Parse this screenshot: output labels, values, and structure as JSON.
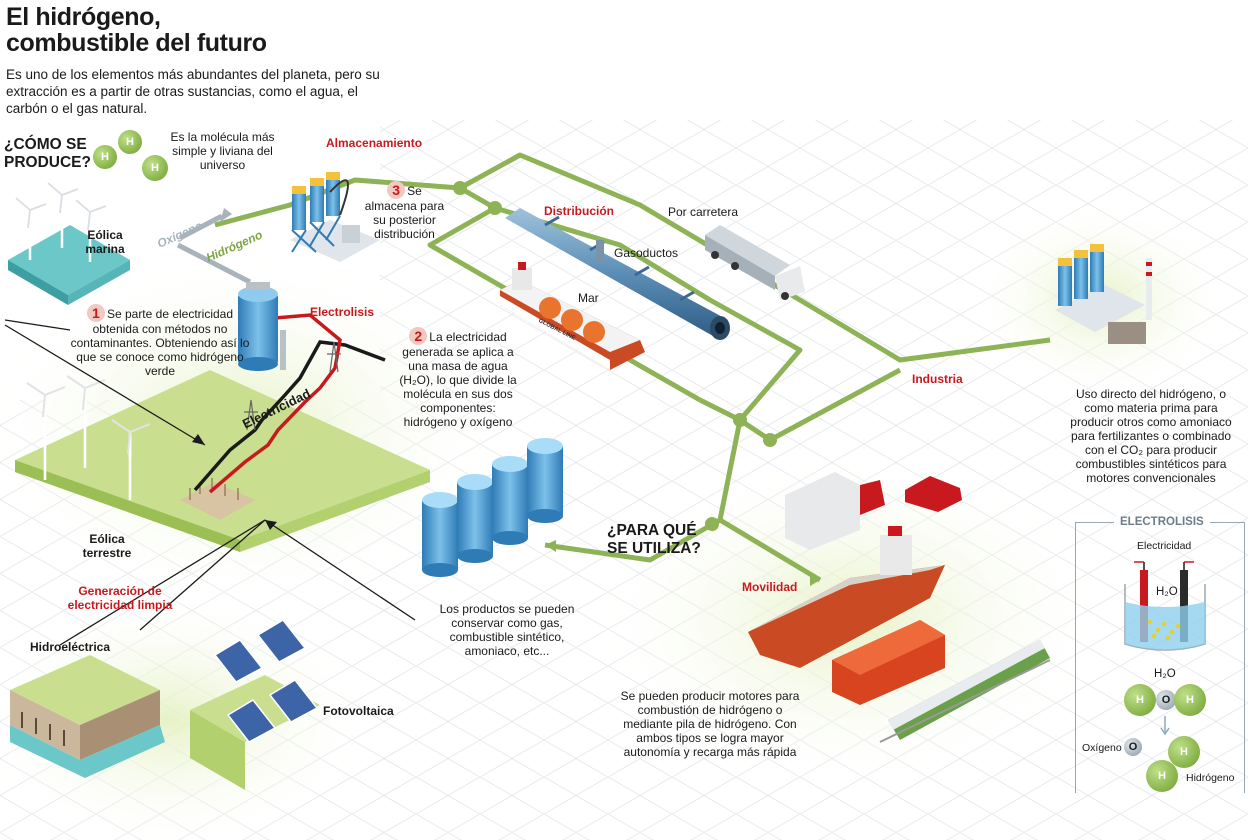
{
  "header": {
    "title_line1": "El hidrógeno,",
    "title_line2": "combustible del futuro",
    "intro": "Es uno de los elementos más abundantes del planeta, pero su extracción es a partir de otras sustancias, como el agua, el carbón o el gas natural."
  },
  "produce": {
    "question_line1": "¿CÓMO SE",
    "question_line2": "PRODUCE?",
    "molecule_note": "Es la molécula más simple y liviana del universo",
    "molecule_letter": "H"
  },
  "sources": {
    "eolica_marina": "Eólica marina",
    "eolica_terrestre": "Eólica terrestre",
    "generacion": "Generación de electricidad limpia",
    "hidroelectrica": "Hidroeléctrica",
    "fotovoltaica": "Fotovoltaica",
    "electricidad": "Electricidad"
  },
  "steps": {
    "step1_num": "1",
    "step1_text": "Se parte de electricidad obtenida con métodos no contaminantes. Obteniendo así lo que se conoce como hidrógeno verde",
    "electrolisis": "Electrolisis",
    "step2_num": "2",
    "step2_text": "La electricidad generada se aplica a una masa de agua (H₂O), lo que divide la molécula en sus dos componentes: hidrógeno y oxígeno",
    "oxigeno": "Oxígeno",
    "hidrogeno": "Hidrógeno",
    "almacenamiento": "Almacenamiento",
    "step3_num": "3",
    "step3_text": "Se almacena para su posterior distribución"
  },
  "distribution": {
    "distribucion": "Distribución",
    "gasoductos": "Gasoductos",
    "mar": "Mar",
    "carretera": "Por carretera",
    "ship_name": "GLOBAL LINE"
  },
  "uses": {
    "question_line1": "¿PARA QUÉ",
    "question_line2": "SE UTILIZA?",
    "productos_text": "Los productos se pueden conservar como gas, combustible sintético, amoniaco, etc...",
    "industria": "Industria",
    "industria_text": "Uso directo del hidrógeno, o como materia prima para producir otros como amoniaco para fertilizantes o combinado con el CO₂ para producir combustibles sintéticos para motores convencionales",
    "movilidad": "Movilidad",
    "movilidad_text": "Se pueden producir motores para combustión de hidrógeno o mediante pila de hidrógeno. Con ambos tipos se logra mayor autonomía y recarga más rápida"
  },
  "electrolysis_panel": {
    "title": "ELECTROLISIS",
    "electricidad": "Electricidad",
    "h2o_inside": "H₂O",
    "h2o_label": "H₂O",
    "h": "H",
    "o": "O",
    "oxigeno": "Oxígeno",
    "hidrogeno": "Hidrógeno"
  },
  "colors": {
    "accent_red": "#c8191f",
    "path_green": "#8db356",
    "land_green": "#c9df8f",
    "tank_blue": "#4f9fd3",
    "ship_orange": "#d2562b"
  }
}
